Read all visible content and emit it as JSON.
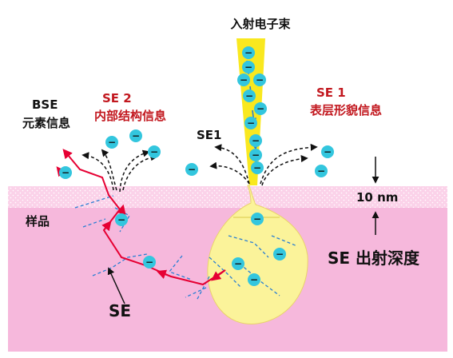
{
  "labels": {
    "beam": "入射电子束",
    "se1_title": "SE 1",
    "se1_desc": "表层形貌信息",
    "se2_title": "SE 2",
    "se2_desc": "内部结构信息",
    "bse_title": "BSE",
    "bse_desc": "元素信息",
    "se1_arrow": "SE1",
    "depth_value": "10 nm",
    "sample": "样品",
    "se_depth": "SE 出射深度",
    "se_label": "SE"
  },
  "electron_symbol": "−",
  "colors": {
    "sample": "#f6b8dc",
    "surface_layer": "#fbd2e9",
    "interaction_volume": "#fbf39a",
    "beam": "#f9e81f",
    "electron": "#33c6de",
    "path": "#e60033",
    "track": "#2a7fd3",
    "text_red": "#c2181f"
  }
}
